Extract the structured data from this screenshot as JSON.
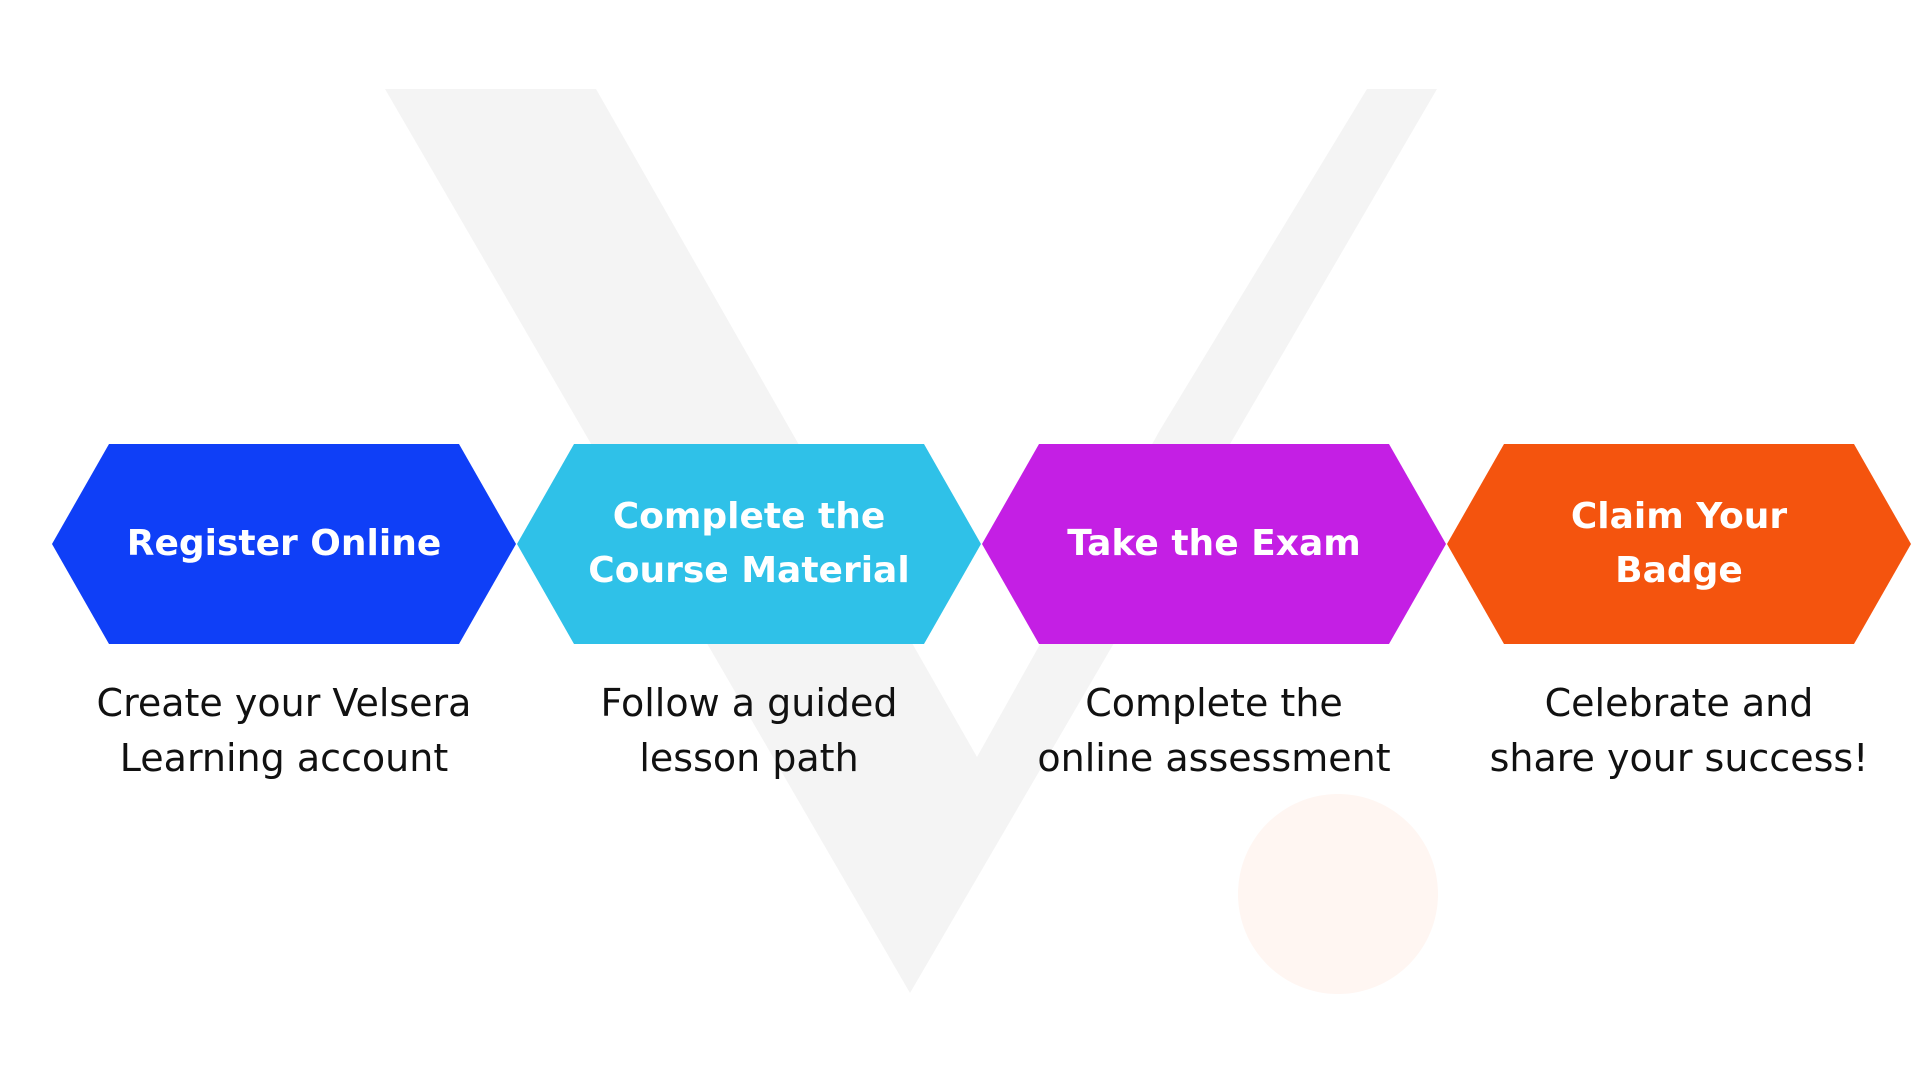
{
  "steps": [
    {
      "title": "Register Online",
      "description": "Create your Velsera\nLearning account",
      "color": "#0f3ff7"
    },
    {
      "title": "Complete the\nCourse Material",
      "description": "Follow a guided\nlesson path",
      "color": "#2fc1e8"
    },
    {
      "title": "Take the Exam",
      "description": "Complete the\nonline assessment",
      "color": "#c41fe4"
    },
    {
      "title": "Claim Your Badge",
      "description": "Celebrate and\nshare your success!",
      "color": "#f4540e"
    }
  ],
  "watermark": {
    "icon": "velsera-v-logo-icon",
    "color": "#f4f4f4",
    "dot_color": "#fff6f2"
  }
}
